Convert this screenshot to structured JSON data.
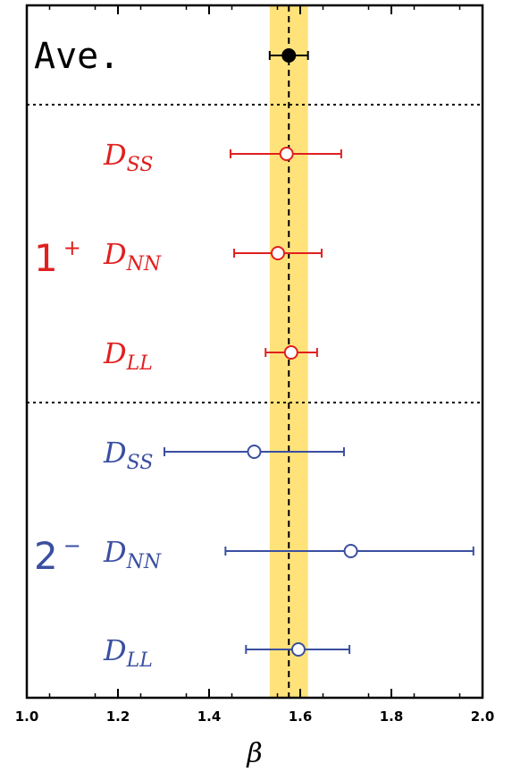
{
  "chart_data": {
    "type": "scatter",
    "xlabel": "β",
    "xlim": [
      1.0,
      2.0
    ],
    "xticks": [
      "1.0",
      "1.2",
      "1.4",
      "1.6",
      "1.8",
      "2.0"
    ],
    "band": {
      "center": 1.575,
      "low": 1.533,
      "high": 1.617,
      "color": "#FFE27A"
    },
    "reference_line": {
      "x": 1.575,
      "style": "dashed"
    },
    "groups": [
      {
        "label": "1",
        "sup": "+",
        "color": "#E02020"
      },
      {
        "label": "2",
        "sup": "−",
        "color": "#3A4FA0"
      }
    ],
    "rows": [
      {
        "label": "Ave.",
        "group": "",
        "value": 1.575,
        "err_low": 1.533,
        "err_high": 1.617,
        "color": "#000000",
        "marker": "filled"
      },
      {
        "label": "D",
        "sub": "SS",
        "group": "1+",
        "value": 1.57,
        "err_low": 1.447,
        "err_high": 1.69,
        "color": "#E02020",
        "marker": "open"
      },
      {
        "label": "D",
        "sub": "NN",
        "group": "1+",
        "value": 1.551,
        "err_low": 1.455,
        "err_high": 1.647,
        "color": "#E02020",
        "marker": "open"
      },
      {
        "label": "D",
        "sub": "LL",
        "group": "1+",
        "value": 1.58,
        "err_low": 1.524,
        "err_high": 1.637,
        "color": "#E02020",
        "marker": "open"
      },
      {
        "label": "D",
        "sub": "SS",
        "group": "2−",
        "value": 1.499,
        "err_low": 1.302,
        "err_high": 1.696,
        "color": "#3A4FA0",
        "marker": "open"
      },
      {
        "label": "D",
        "sub": "NN",
        "group": "2−",
        "value": 1.711,
        "err_low": 1.436,
        "err_high": 1.98,
        "color": "#3A4FA0",
        "marker": "open"
      },
      {
        "label": "D",
        "sub": "LL",
        "group": "2−",
        "value": 1.596,
        "err_low": 1.481,
        "err_high": 1.708,
        "color": "#3A4FA0",
        "marker": "open"
      }
    ]
  }
}
